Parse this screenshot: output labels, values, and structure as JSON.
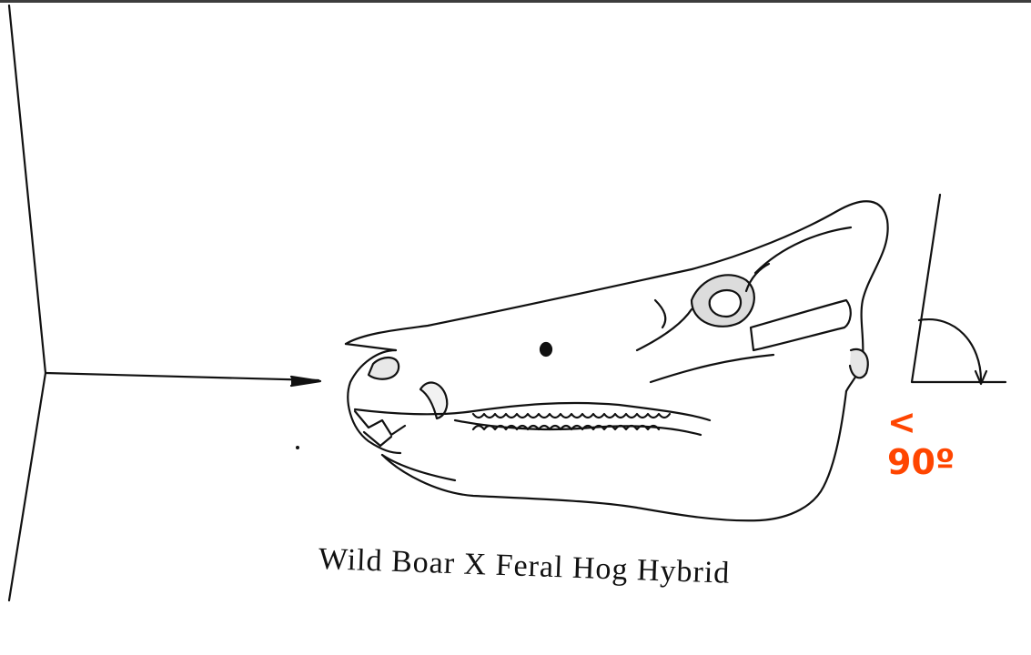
{
  "caption": "Wild Boar X Feral Hog Hybrid",
  "angle_label": {
    "line1": "<",
    "line2": "90º",
    "color": "#ff4500"
  },
  "icons": [
    "skull-drawing",
    "arrow-right-icon",
    "angle-arc-icon"
  ]
}
